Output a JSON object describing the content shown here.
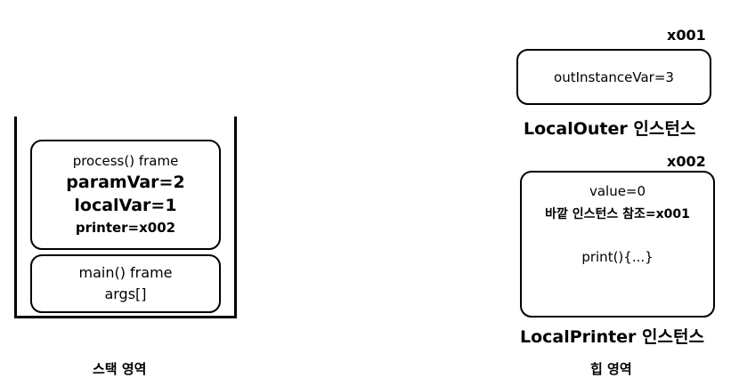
{
  "stack": {
    "process_frame": {
      "title": "process() frame",
      "param_var": "paramVar=2",
      "local_var": "localVar=1",
      "printer": "printer=x002"
    },
    "main_frame": {
      "title": "main() frame",
      "args": "args[]"
    },
    "label": "스택 영역"
  },
  "heap": {
    "outer": {
      "address": "x001",
      "field": "outInstanceVar=3",
      "caption": "LocalOuter 인스턴스"
    },
    "printer": {
      "address": "x002",
      "value": "value=0",
      "outer_ref": "바깥 인스턴스 참조=x001",
      "method": "print(){...}",
      "caption": "LocalPrinter 인스턴스"
    },
    "label": "힙 영역"
  }
}
